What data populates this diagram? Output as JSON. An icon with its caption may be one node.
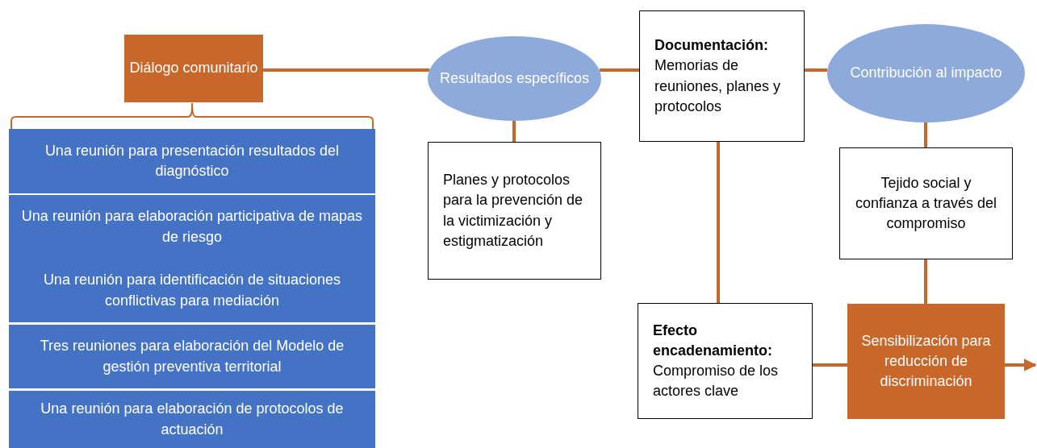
{
  "diagram": {
    "nodes": [
      {
        "text": [
          "Diálogo comunitario"
        ]
      },
      {
        "text": [
          "Una reunión para presentación resultados del diagnóstico"
        ]
      },
      {
        "text": [
          "Una reunión para elaboración participativa de mapas de riesgo"
        ]
      },
      {
        "text": [
          "Una reunión para identificación de situaciones conflictivas para mediación"
        ]
      },
      {
        "text": [
          "Tres reuniones para elaboración del Modelo de gestión preventiva territorial"
        ]
      },
      {
        "text": [
          "Una reunión para elaboración de protocolos de actuación"
        ]
      },
      {
        "text": [
          "Resultados específicos"
        ]
      },
      {
        "text": [
          "Planes y protocolos para la prevención de la victimización y estigmatización"
        ]
      },
      {
        "text": [
          "Documentación:",
          "Memorias de reuniones, planes y protocolos"
        ]
      },
      {
        "text": [
          "Contribución al impacto"
        ]
      },
      {
        "text": [
          "Tejido social y confianza a través del compromiso"
        ]
      },
      {
        "text": [
          "Efecto encadenamiento:",
          "Compromiso de los actores clave"
        ]
      },
      {
        "text": [
          "Sensibilización para reducción de discriminación"
        ]
      }
    ],
    "edges": [
      {
        "from": 0,
        "to": 6,
        "arrow": "none"
      },
      {
        "from": 6,
        "to": 8,
        "arrow": "none"
      },
      {
        "from": 8,
        "to": 9,
        "arrow": "none"
      },
      {
        "from": 6,
        "to": 7,
        "arrow": "none"
      },
      {
        "from": 8,
        "to": 11,
        "arrow": "none"
      },
      {
        "from": 9,
        "to": 10,
        "arrow": "none"
      },
      {
        "from": 10,
        "to": 12,
        "arrow": "none"
      },
      {
        "from": 11,
        "to": 12,
        "arrow": "none"
      },
      {
        "from": 12,
        "to": null,
        "arrow": "to"
      }
    ]
  }
}
